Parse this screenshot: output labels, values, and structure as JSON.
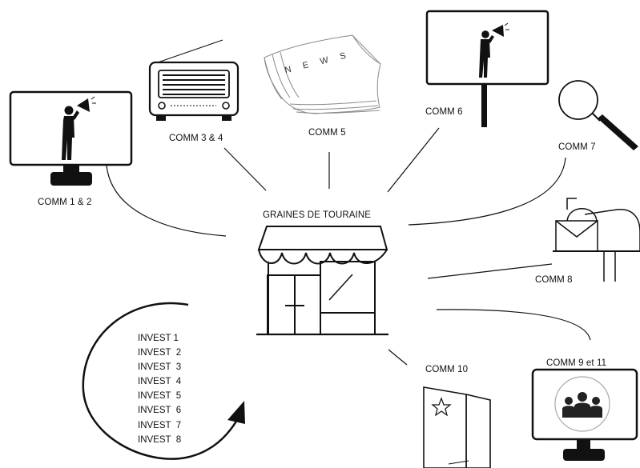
{
  "center": {
    "title": "GRAINES DE TOURAINE",
    "icon": "storefront-icon"
  },
  "nodes": [
    {
      "id": "comm12",
      "label": "COMM 1 & 2",
      "icon": "tv-screen-megaphone-icon"
    },
    {
      "id": "comm34",
      "label": "COMM 3 & 4",
      "icon": "radio-icon"
    },
    {
      "id": "comm5",
      "label": "COMM 5",
      "icon": "newspaper-icon",
      "icon_text": "N E W S"
    },
    {
      "id": "comm6",
      "label": "COMM 6",
      "icon": "billboard-megaphone-icon"
    },
    {
      "id": "comm7",
      "label": "COMM 7",
      "icon": "magnifier-icon"
    },
    {
      "id": "comm8",
      "label": "COMM 8",
      "icon": "mailbox-icon"
    },
    {
      "id": "comm911",
      "label": "COMM 9 et 11",
      "icon": "monitor-users-icon"
    },
    {
      "id": "comm10",
      "label": "COMM 10",
      "icon": "flyer-star-icon"
    }
  ],
  "invest": [
    "INVEST 1",
    "INVEST  2",
    "INVEST  3",
    "INVEST  4",
    "INVEST  5",
    "INVEST  6",
    "INVEST  7",
    "INVEST  8"
  ],
  "cycle_icon": "circular-arrow-icon",
  "colors": {
    "stroke": "#111111",
    "background": "#ffffff",
    "accent_gray": "#8a8a8a"
  }
}
